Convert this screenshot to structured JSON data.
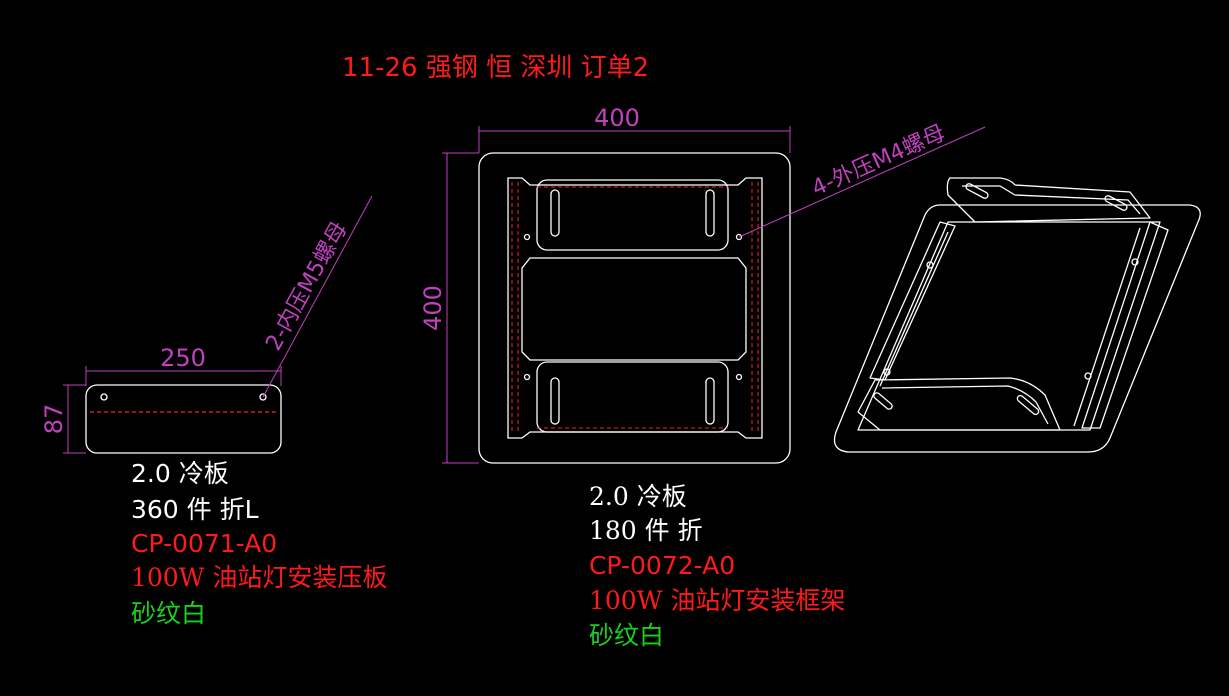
{
  "title": "11-26 强钢 恒 深圳 订单2",
  "colors": {
    "background": "#000000",
    "outline": "#ffffff",
    "dimension": "#c040c0",
    "hidden_line": "#ff2020",
    "label_white": "#ffffff",
    "label_red": "#ff1a1a",
    "label_green": "#19d119"
  },
  "part1": {
    "dim_width": "250",
    "dim_height": "87",
    "note": "2-内压M5螺母",
    "material": "2.0 冷板",
    "quantity": "360 件 折L",
    "code": "CP-0071-A0",
    "name": "100W 油站灯安装压板",
    "finish": "砂纹白"
  },
  "part2": {
    "dim_width": "400",
    "dim_height": "400",
    "note": "4-外压M4螺母",
    "material": "2.0  冷板",
    "quantity": "180  件  折",
    "code": "CP-0072-A0",
    "name": "100W 油站灯安装框架",
    "finish": "砂纹白"
  }
}
